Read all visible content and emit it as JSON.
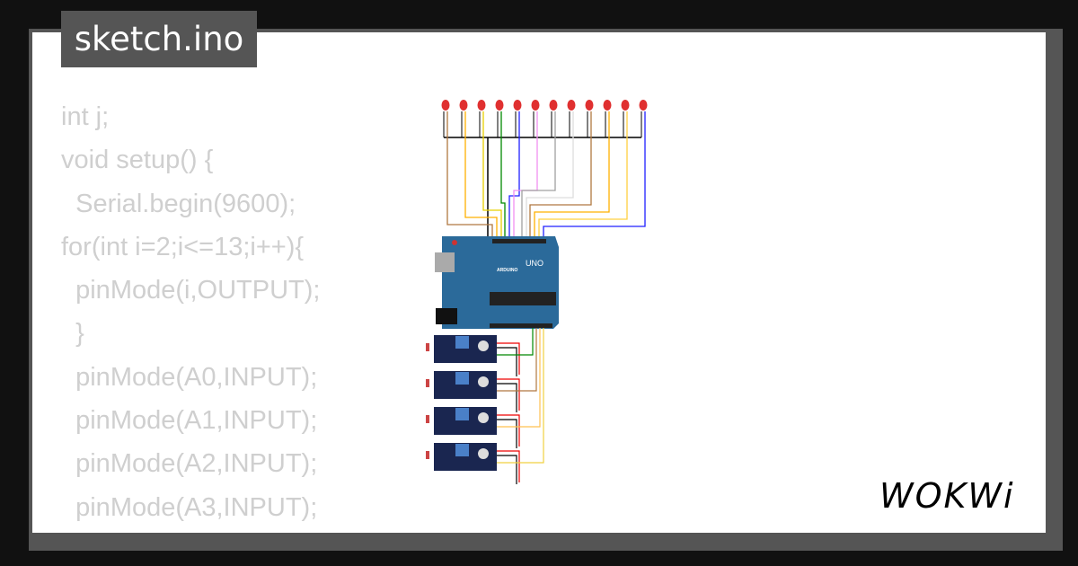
{
  "file_tab": {
    "label": "sketch.ino"
  },
  "code_lines": [
    "int j;",
    "void setup() {",
    "  Serial.begin(9600);",
    "for(int i=2;i<=13;i++){",
    "  pinMode(i,OUTPUT);",
    "  }",
    "  pinMode(A0,INPUT);",
    "  pinMode(A1,INPUT);",
    "  pinMode(A2,INPUT);",
    "  pinMode(A3,INPUT);",
    "}"
  ],
  "circuit": {
    "board_label": "UNO",
    "board_brand": "ARDUINO",
    "led_count": 12,
    "sensor_count": 4,
    "led_wire_colors": [
      "#b07840",
      "#ffb000",
      "#e8d000",
      "#008800",
      "#2020ff",
      "#f090f0",
      "#a0a0a0",
      "#ffffff",
      "#b07840",
      "#ffb000",
      "#ffd040",
      "#2020ff"
    ],
    "sensor_wire_colors": [
      "#008800",
      "#b07840",
      "#ffc050",
      "#f0d040"
    ]
  },
  "logo": {
    "text": "WOKWi"
  },
  "colors": {
    "background": "#111111",
    "frame": "#555555",
    "card": "#ffffff",
    "code_text": "#cfcfcf",
    "board": "#2b6a9a",
    "sensor": "#1a2650"
  }
}
